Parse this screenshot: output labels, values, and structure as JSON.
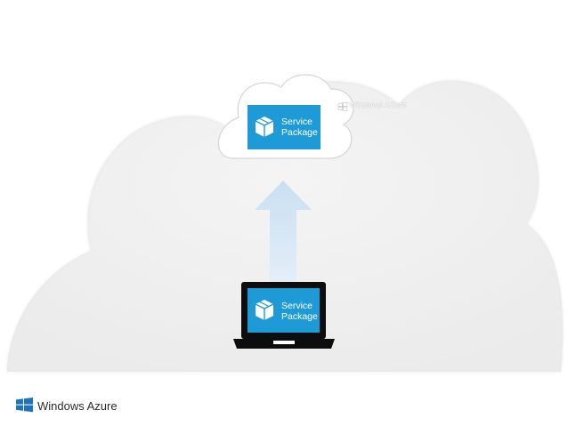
{
  "cloud_package": {
    "line1": "Service",
    "line2": "Package"
  },
  "laptop_package": {
    "line1": "Service",
    "line2": "Package"
  },
  "cloud_brand": "Windows Azure",
  "footer_brand": "Windows Azure",
  "colors": {
    "package_blue": "#1e9ad6",
    "arrow_blue": "#d7e8f5",
    "big_cloud": "#f0f0f0",
    "laptop": "#0d0d0d"
  },
  "icons": {
    "package": "box-icon",
    "brand": "windows-logo-icon"
  }
}
